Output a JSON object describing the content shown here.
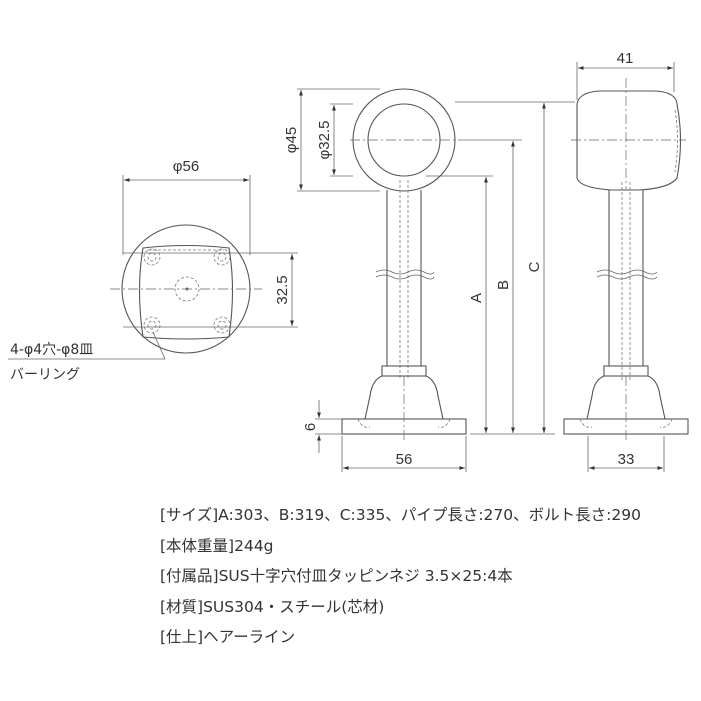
{
  "drawing": {
    "bottom_view": {
      "diameter_label": "φ56",
      "hole_spacing_label": "32.5",
      "hole_callout": "4-φ4穴-φ8皿",
      "ring_label": "バーリング"
    },
    "front_view": {
      "outer_diameter_label": "φ45",
      "inner_diameter_label": "φ32.5",
      "base_width_label": "56",
      "base_thickness_label": "6",
      "height_A_label": "A",
      "height_B_label": "B",
      "height_C_label": "C"
    },
    "side_view": {
      "head_width_label": "41",
      "hole_spacing_label": "33"
    }
  },
  "specs": [
    {
      "key": "サイズ",
      "text": "[サイズ]A:303、B:319、C:335、パイプ長さ:270、ボルト長さ:290"
    },
    {
      "key": "本体重量",
      "text": "[本体重量]244g"
    },
    {
      "key": "付属品",
      "text": "[付属品]SUS十字穴付皿タッピンネジ 3.5×25:4本"
    },
    {
      "key": "材質",
      "text": "[材質]SUS304・スチール(芯材)"
    },
    {
      "key": "仕上",
      "text": "[仕上]ヘアーライン"
    }
  ]
}
